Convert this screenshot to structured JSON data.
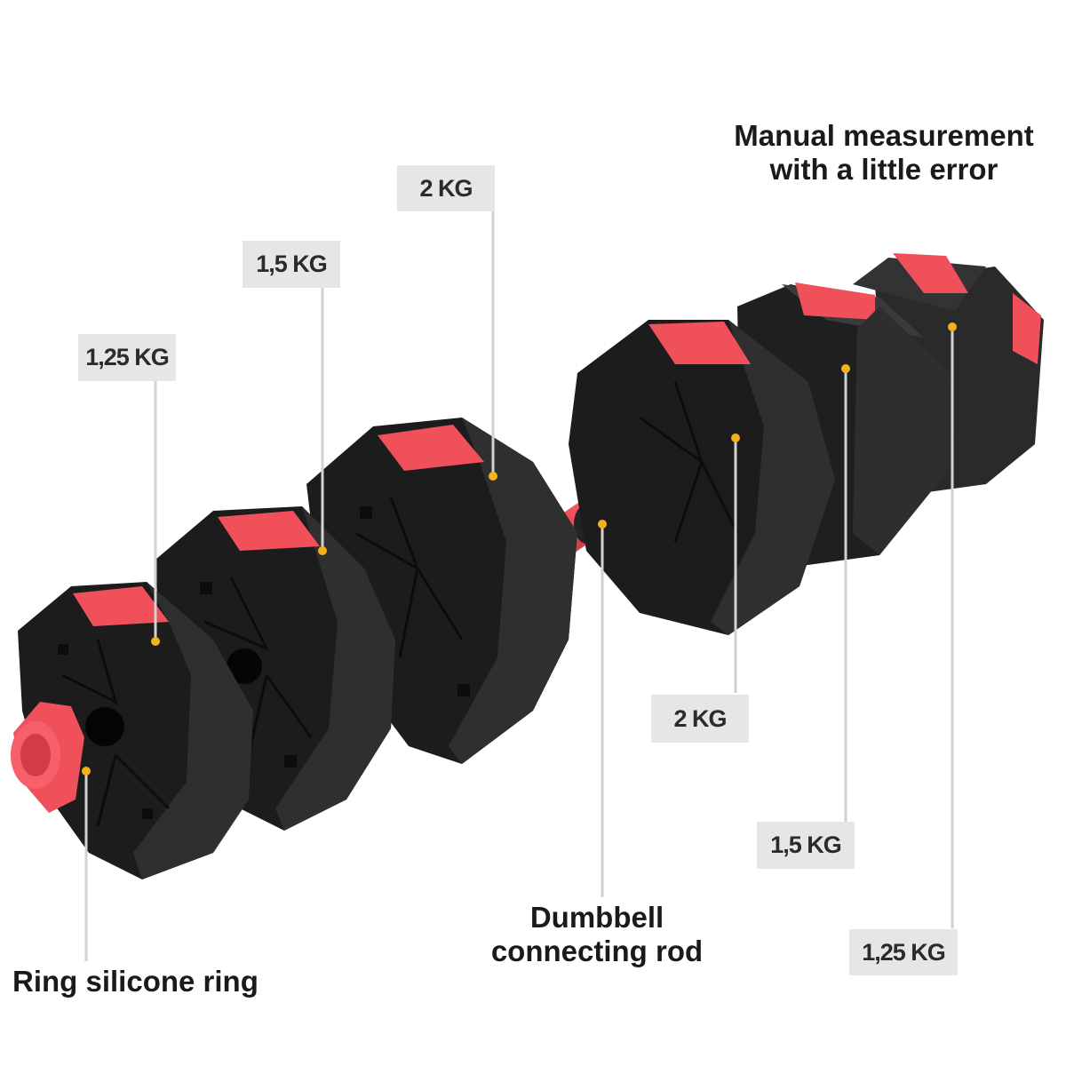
{
  "labels": {
    "note_line1": "Manual measurement",
    "note_line2": "with a little error",
    "rod_line1": "Dumbbell",
    "rod_line2": "connecting rod",
    "ring": "Ring silicone ring",
    "left_plate_1": "1,25 KG",
    "left_plate_2": "1,5 KG",
    "left_plate_3": "2 KG",
    "right_plate_1": "2 KG",
    "right_plate_2": "1,5 KG",
    "right_plate_3": "1,25 KG"
  },
  "colors": {
    "plate": "#2a2a2a",
    "plate_face": "#1c1c1c",
    "accent": "#f0505a",
    "dot": "#f2b21c",
    "leader": "#d2d2d2",
    "tag_bg": "#e6e6e6"
  }
}
